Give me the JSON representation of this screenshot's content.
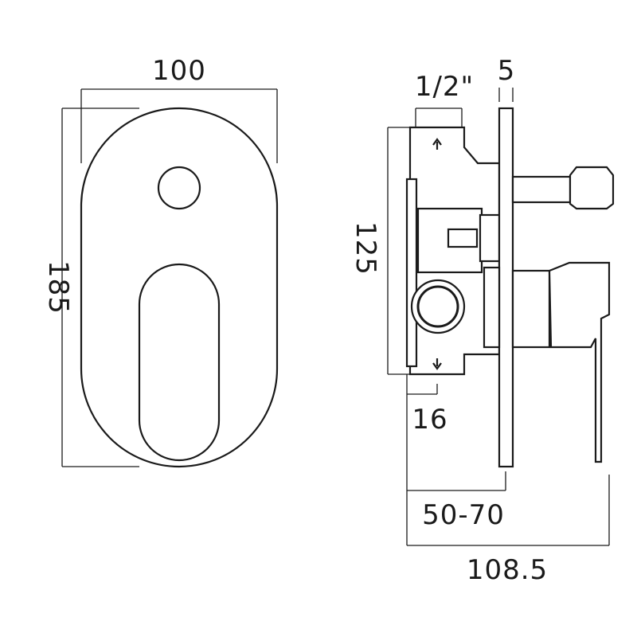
{
  "front_view": {
    "width_label": "100",
    "height_label": "185"
  },
  "side_view": {
    "thread_label": "1/2\"",
    "plate_thickness_label": "5",
    "body_height_label": "125",
    "flange_depth_label": "16",
    "install_depth_label": "50-70",
    "overall_depth_label": "108.5"
  },
  "colors": {
    "line": "#1a1a1a",
    "background": "#ffffff"
  }
}
